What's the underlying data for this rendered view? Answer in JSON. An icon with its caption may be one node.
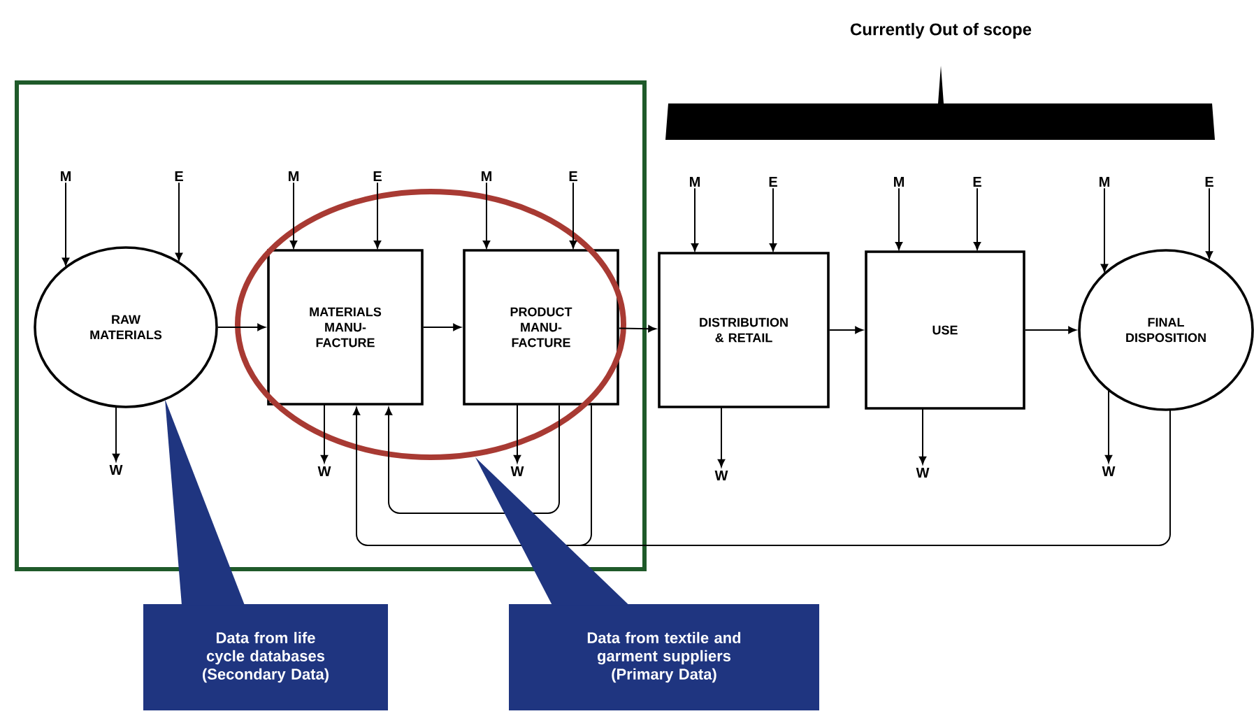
{
  "diagram": {
    "title": "Currently Out of scope",
    "nodes": [
      {
        "text": [],
        "shape": "box"
      },
      {
        "text": [
          "RAW MATERIALS"
        ],
        "in": 0
      },
      {
        "text": [
          "MATERIALS MANU- FACTURE"
        ],
        "in": 4
      },
      {
        "text": [
          "PRODUCT MANU- FACTURE"
        ],
        "in": 4
      },
      {
        "text": [],
        "shape": "ellipse",
        "in": 0
      },
      {
        "text": [
          "DISTRIBUTION & RETAIL"
        ]
      },
      {
        "text": [
          "USE"
        ]
      },
      {
        "text": [
          "FINAL DISPOSITION"
        ]
      },
      {
        "text": [
          "Data from life cycle databases (Secondary Data)"
        ]
      },
      {
        "text": [
          "Data from textile and garment suppliers (Primary Data)"
        ]
      },
      {
        "text": [
          "M"
        ],
        "in": 0
      },
      {
        "text": [
          "E"
        ],
        "in": 0
      },
      {
        "text": [
          "W"
        ],
        "in": 0
      },
      {
        "text": [
          "M"
        ],
        "in": 0
      },
      {
        "text": [
          "E"
        ],
        "in": 0
      },
      {
        "text": [
          "W"
        ],
        "in": 0
      },
      {
        "text": [
          "M"
        ],
        "in": 0
      },
      {
        "text": [
          "E"
        ],
        "in": 0
      },
      {
        "text": [
          "W"
        ],
        "in": 0
      },
      {
        "text": [
          "M"
        ]
      },
      {
        "text": [
          "E"
        ]
      },
      {
        "text": [
          "W"
        ]
      },
      {
        "text": [
          "M"
        ]
      },
      {
        "text": [
          "E"
        ]
      },
      {
        "text": [
          "W"
        ]
      },
      {
        "text": [
          "M"
        ]
      },
      {
        "text": [
          "E"
        ]
      },
      {
        "text": [
          "W"
        ]
      }
    ],
    "edges": [
      {
        "from": 1,
        "to": 2,
        "arrow": "to"
      },
      {
        "from": 2,
        "to": 3,
        "arrow": "to"
      },
      {
        "from": 3,
        "to": 5,
        "arrow": "to"
      },
      {
        "from": 5,
        "to": 6,
        "arrow": "to"
      },
      {
        "from": 6,
        "to": 7,
        "arrow": "to"
      },
      {
        "from": 10,
        "to": 1,
        "arrow": "to"
      },
      {
        "from": 11,
        "to": 1,
        "arrow": "to"
      },
      {
        "from": 1,
        "to": 12,
        "arrow": "to"
      },
      {
        "from": 13,
        "to": 2,
        "arrow": "to"
      },
      {
        "from": 14,
        "to": 2,
        "arrow": "to"
      },
      {
        "from": 2,
        "to": 15,
        "arrow": "to"
      },
      {
        "from": 16,
        "to": 3,
        "arrow": "to"
      },
      {
        "from": 17,
        "to": 3,
        "arrow": "to"
      },
      {
        "from": 3,
        "to": 18,
        "arrow": "to"
      },
      {
        "from": 19,
        "to": 5,
        "arrow": "to"
      },
      {
        "from": 20,
        "to": 5,
        "arrow": "to"
      },
      {
        "from": 5,
        "to": 21,
        "arrow": "to"
      },
      {
        "from": 22,
        "to": 6,
        "arrow": "to"
      },
      {
        "from": 23,
        "to": 6,
        "arrow": "to"
      },
      {
        "from": 6,
        "to": 24,
        "arrow": "to"
      },
      {
        "from": 25,
        "to": 7,
        "arrow": "to"
      },
      {
        "from": 26,
        "to": 7,
        "arrow": "to"
      },
      {
        "from": 7,
        "to": 27,
        "arrow": "to"
      },
      {
        "from": 3,
        "to": 2,
        "arrow": "to"
      },
      {
        "from": 3,
        "to": 2,
        "arrow": "to"
      },
      {
        "from": 7,
        "to": 2,
        "arrow": "to"
      },
      {
        "from": 8,
        "to": 1,
        "arrow": "none",
        "color": "#1f3580"
      },
      {
        "from": 9,
        "to": 4,
        "arrow": "none",
        "color": "#1f3580"
      }
    ]
  }
}
